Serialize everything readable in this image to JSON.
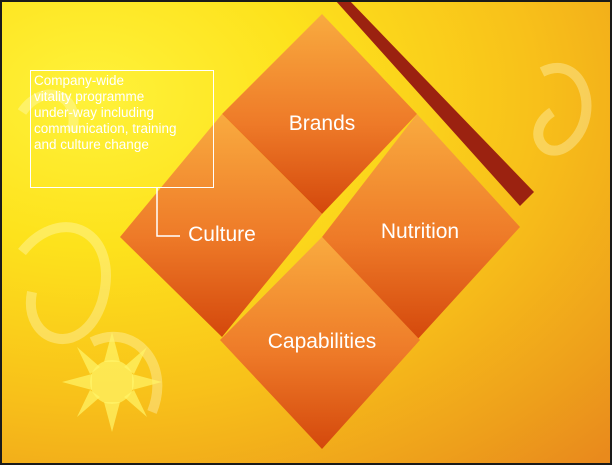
{
  "colors": {
    "background_light": "#fff23a",
    "background_dark": "#e98a1c",
    "diamond_light": "#f8a53a",
    "diamond_dark": "#d4500f",
    "stripe": "#9b2210",
    "text": "#ffffff"
  },
  "diagram": {
    "diamonds": [
      {
        "id": "brands",
        "label": "Brands"
      },
      {
        "id": "culture",
        "label": "Culture"
      },
      {
        "id": "nutrition",
        "label": "Nutrition"
      },
      {
        "id": "capabilities",
        "label": "Capabilities"
      }
    ],
    "callout": {
      "lines": [
        "Company-wide",
        "vitality programme",
        "under-way including",
        "communication, training",
        "and culture change"
      ]
    }
  }
}
